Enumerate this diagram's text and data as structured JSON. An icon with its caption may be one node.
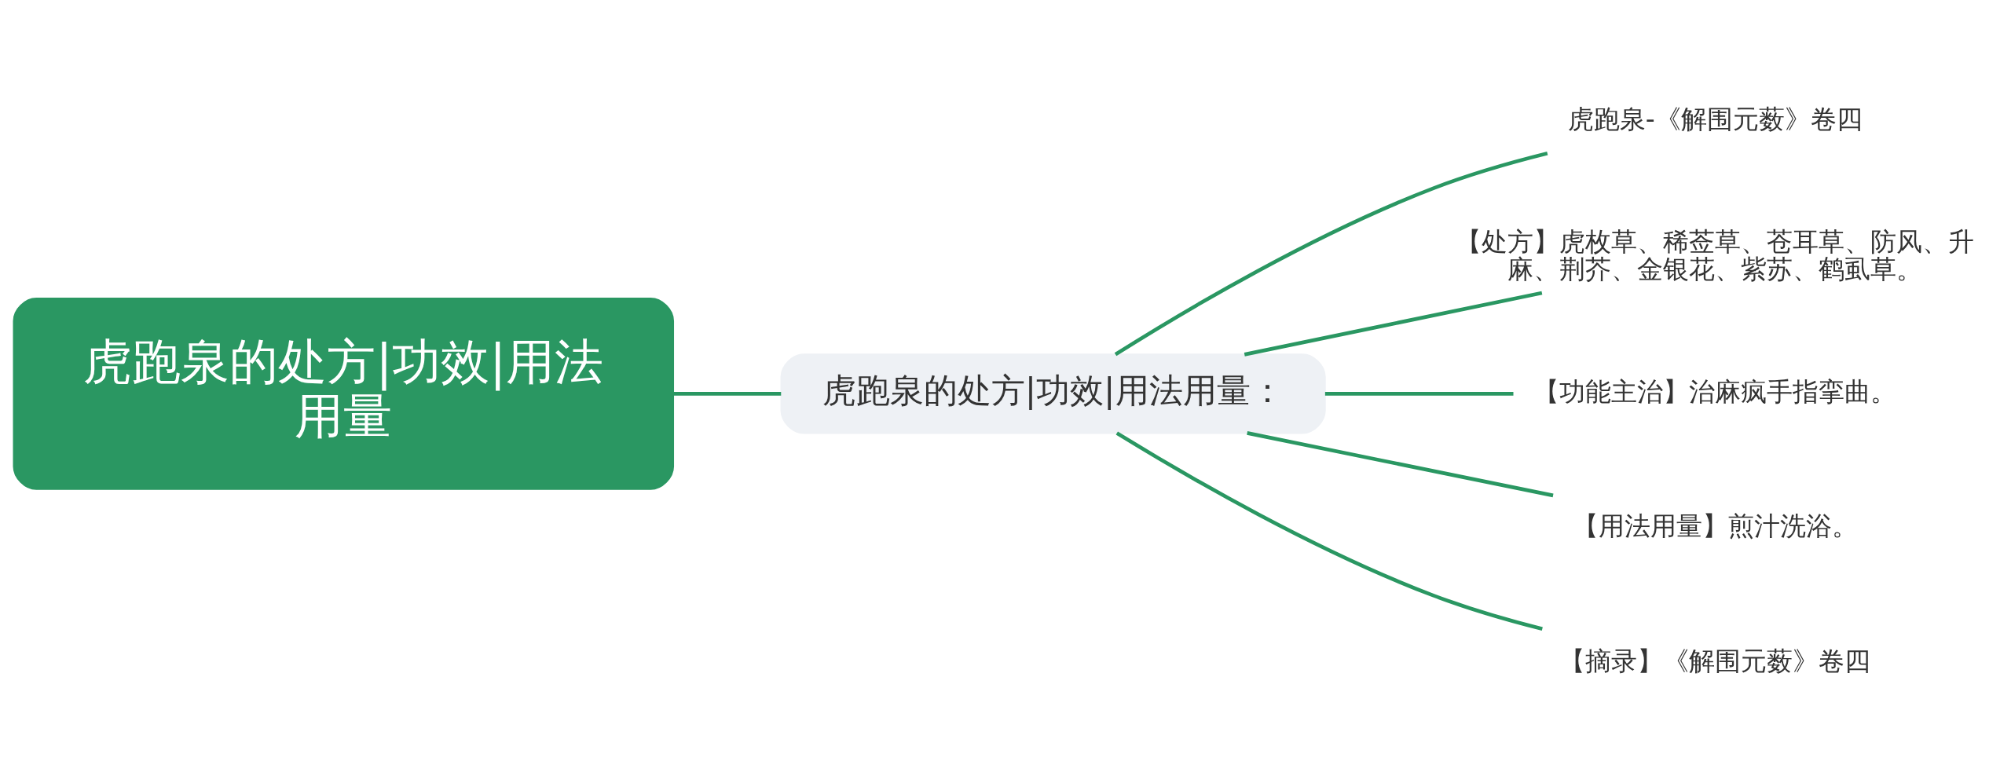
{
  "diagram": {
    "nodes": [
      {
        "text": [
          "虎跑泉的处方|功效|用法用量"
        ]
      },
      {
        "text": [
          "虎跑泉的处方|功效|用法用量："
        ]
      },
      {
        "text": [
          "虎跑泉-《解围元薮》卷四"
        ]
      },
      {
        "text": [
          "【处方】虎枚草、稀莶草、苍耳草、防风、升麻、荆芥、金银花、紫苏、鹤虱草。"
        ]
      },
      {
        "text": [
          "【功能主治】治麻疯手指挛曲。"
        ]
      },
      {
        "text": [
          "【用法用量】煎汁洗浴。"
        ]
      },
      {
        "text": [
          "【摘录】《解围元薮》卷四"
        ]
      }
    ],
    "edges": [
      {
        "from": 0,
        "to": 1,
        "arrow": "none"
      },
      {
        "from": 1,
        "to": 2,
        "arrow": "none"
      },
      {
        "from": 1,
        "to": 3,
        "arrow": "none"
      },
      {
        "from": 1,
        "to": 4,
        "arrow": "none"
      },
      {
        "from": 1,
        "to": 5,
        "arrow": "none"
      },
      {
        "from": 1,
        "to": 6,
        "arrow": "none"
      }
    ]
  }
}
